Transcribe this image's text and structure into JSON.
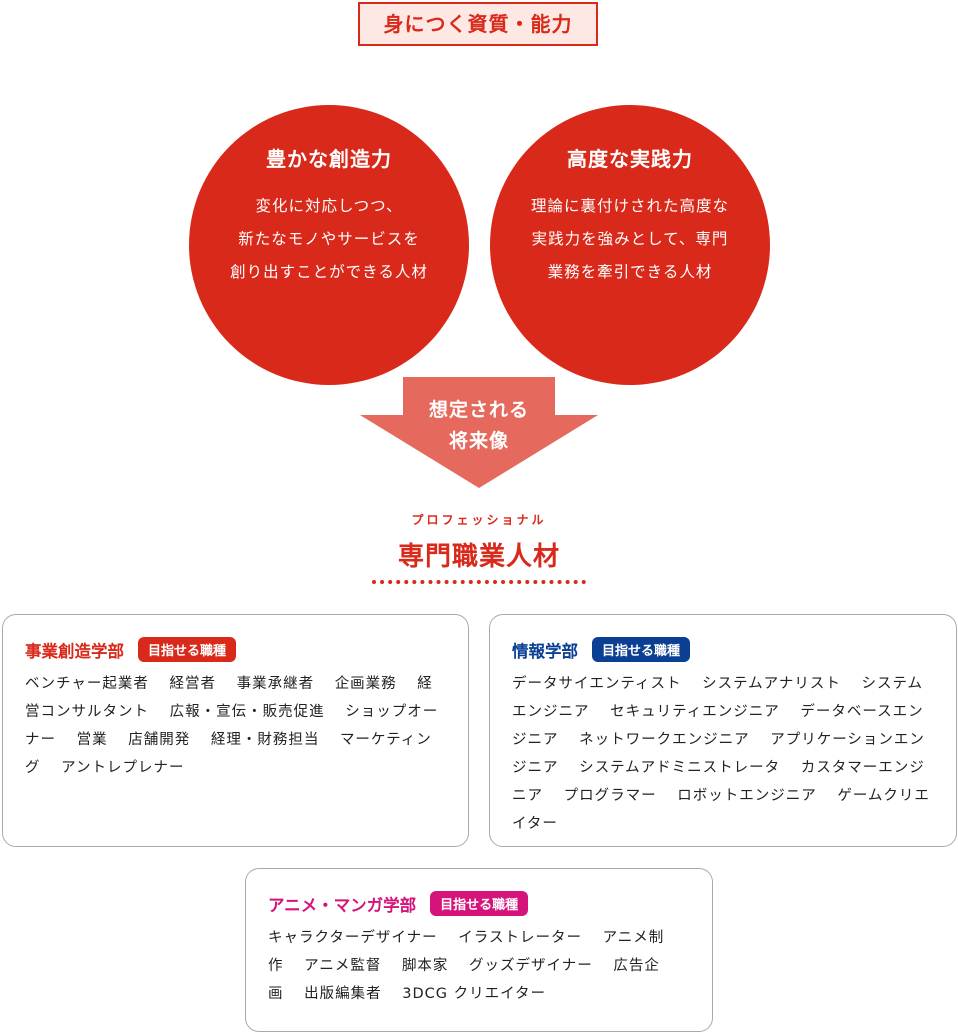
{
  "header": {
    "title": "身につく資質・能力"
  },
  "qualities": [
    {
      "title": "豊かな創造力",
      "lines": [
        "変化に対応しつつ、",
        "新たなモノやサービスを",
        "創り出すことができる人材"
      ]
    },
    {
      "title": "高度な実践力",
      "lines": [
        "理論に裏付けされた高度な",
        "実践力を強みとして、専門",
        "業務を牽引できる人材"
      ]
    }
  ],
  "arrow": {
    "lines": [
      "想定される",
      "将来像"
    ]
  },
  "future": {
    "ruby": "プロフェッショナル",
    "title": "専門職業人材"
  },
  "badge_label": "目指せる職種",
  "colors": {
    "red": "#d9291a",
    "blue": "#0b3f94",
    "pink": "#d6137b",
    "arrow": "#e5695c"
  },
  "departments": [
    {
      "name": "事業創造学部",
      "jobs": [
        "ベンチャー起業者",
        "経営者",
        "事業承継者",
        "企画業務",
        "経営コンサルタント",
        "広報・宣伝・販売促進",
        "ショップオーナー",
        "営業",
        "店舗開発",
        "経理・財務担当",
        "マーケティング",
        "アントレプレナー"
      ]
    },
    {
      "name": "情報学部",
      "jobs": [
        "データサイエンティスト",
        "システムアナリスト",
        "システムエンジニア",
        "セキュリティエンジニア",
        "データベースエンジニア",
        "ネットワークエンジニア",
        "アプリケーションエンジニア",
        "システムアドミニストレータ",
        "カスタマーエンジニア",
        "プログラマー",
        "ロボットエンジニア",
        "ゲームクリエイター"
      ]
    },
    {
      "name": "アニメ・マンガ学部",
      "jobs": [
        "キャラクターデザイナー",
        "イラストレーター",
        "アニメ制作",
        "アニメ監督",
        "脚本家",
        "グッズデザイナー",
        "広告企画",
        "出版編集者",
        "3DCG クリエイター"
      ]
    }
  ]
}
